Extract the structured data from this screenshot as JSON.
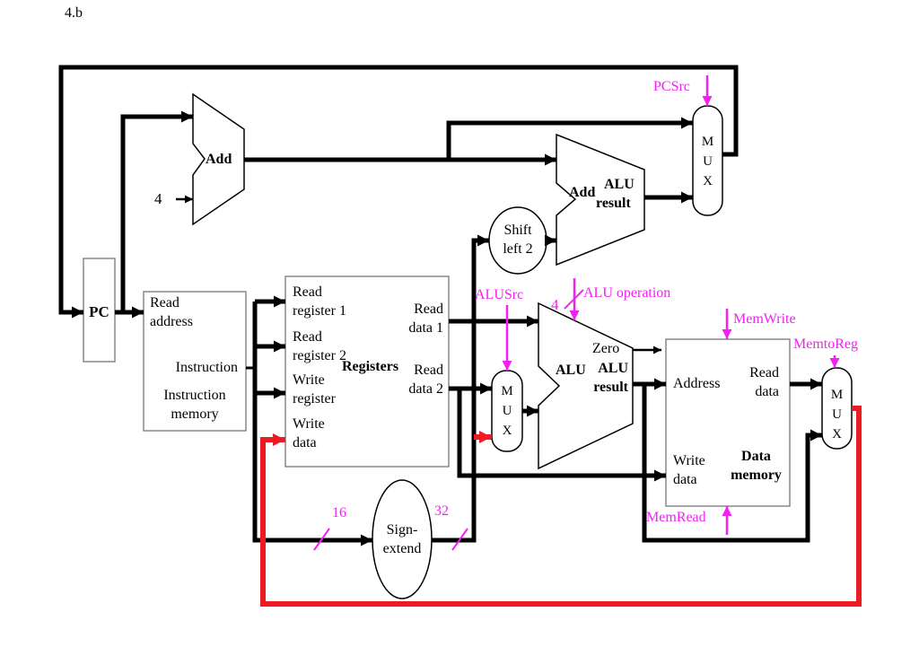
{
  "page_title": "4.b",
  "colors": {
    "wire": "#000000",
    "highlight_red": "#ed1c24",
    "control_magenta": "#f320f3",
    "block_border": "#808080"
  },
  "labels": {
    "pc": "PC",
    "im": {
      "read_l1": "Read",
      "read_l2": "address",
      "instruction": "Instruction",
      "name_l1": "Instruction",
      "name_l2": "memory"
    },
    "reg": {
      "rr1_l1": "Read",
      "rr1_l2": "register 1",
      "rr2_l1": "Read",
      "rr2_l2": "register 2",
      "wr_l1": "Write",
      "wr_l2": "register",
      "wd_l1": "Write",
      "wd_l2": "data",
      "name": "Registers",
      "rd1_l1": "Read",
      "rd1_l2": "data 1",
      "rd2_l1": "Read",
      "rd2_l2": "data 2"
    },
    "dm": {
      "address": "Address",
      "rd_l1": "Read",
      "rd_l2": "data",
      "wd_l1": "Write",
      "wd_l2": "data",
      "name_l1": "Data",
      "name_l2": "memory"
    },
    "se": {
      "l1": "Sign-",
      "l2": "extend"
    },
    "sl2": {
      "l1": "Shift",
      "l2": "left 2"
    },
    "add_pc": "Add",
    "add_branch": {
      "add": "Add",
      "res_l1": "ALU",
      "res_l2": "result"
    },
    "alu": {
      "name": "ALU",
      "zero": "Zero",
      "res_l1": "ALU",
      "res_l2": "result"
    },
    "mux": {
      "m": "M",
      "u": "U",
      "x": "X"
    },
    "pc_increment": "4"
  },
  "control_signals": {
    "pcsrc": "PCSrc",
    "alusrc": "ALUSrc",
    "alu_op_bits": "4",
    "alu_operation": "ALU operation",
    "memwrite": "MemWrite",
    "memread": "MemRead",
    "memtoreg": "MemtoReg"
  },
  "bus_widths": {
    "sign_extend_in": "16",
    "sign_extend_out": "32"
  }
}
